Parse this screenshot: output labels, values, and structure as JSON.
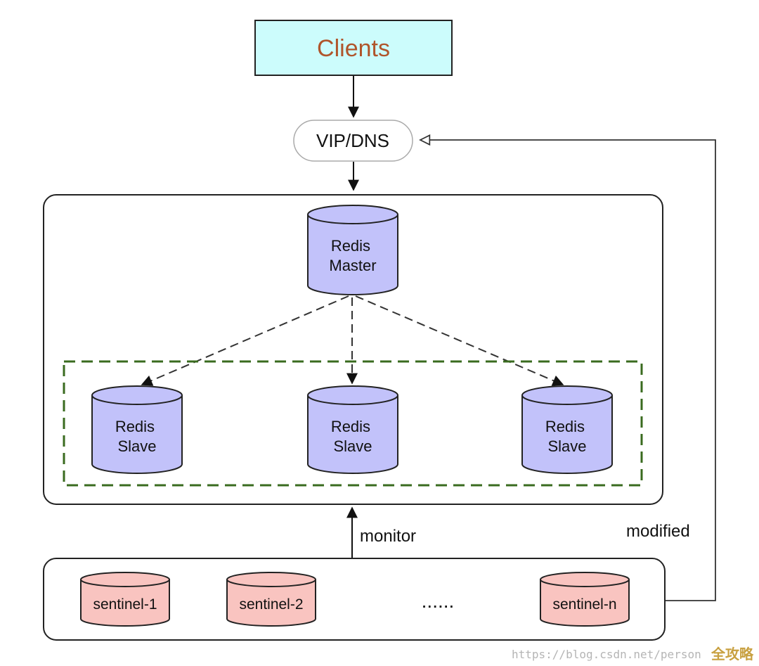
{
  "clients": {
    "label": "Clients",
    "fill": "#ccfcfc",
    "text_color": "#b0552b"
  },
  "vip_dns": {
    "label": "VIP/DNS"
  },
  "master": {
    "line1": "Redis",
    "line2": "Master",
    "fill": "#c2c2fa"
  },
  "slaves": [
    {
      "line1": "Redis",
      "line2": "Slave"
    },
    {
      "line1": "Redis",
      "line2": "Slave"
    },
    {
      "line1": "Redis",
      "line2": "Slave"
    }
  ],
  "slave_group": {
    "border_color": "#3a6b1f"
  },
  "labels": {
    "monitor": "monitor",
    "modified": "modified"
  },
  "sentinels": [
    {
      "label": "sentinel-1"
    },
    {
      "label": "sentinel-2"
    },
    {
      "label": "sentinel-n"
    }
  ],
  "sentinel_fill": "#f9c4c0",
  "ellipsis": "......",
  "watermark": "https://blog.csdn.net/person",
  "watermark_badge": "全攻略"
}
